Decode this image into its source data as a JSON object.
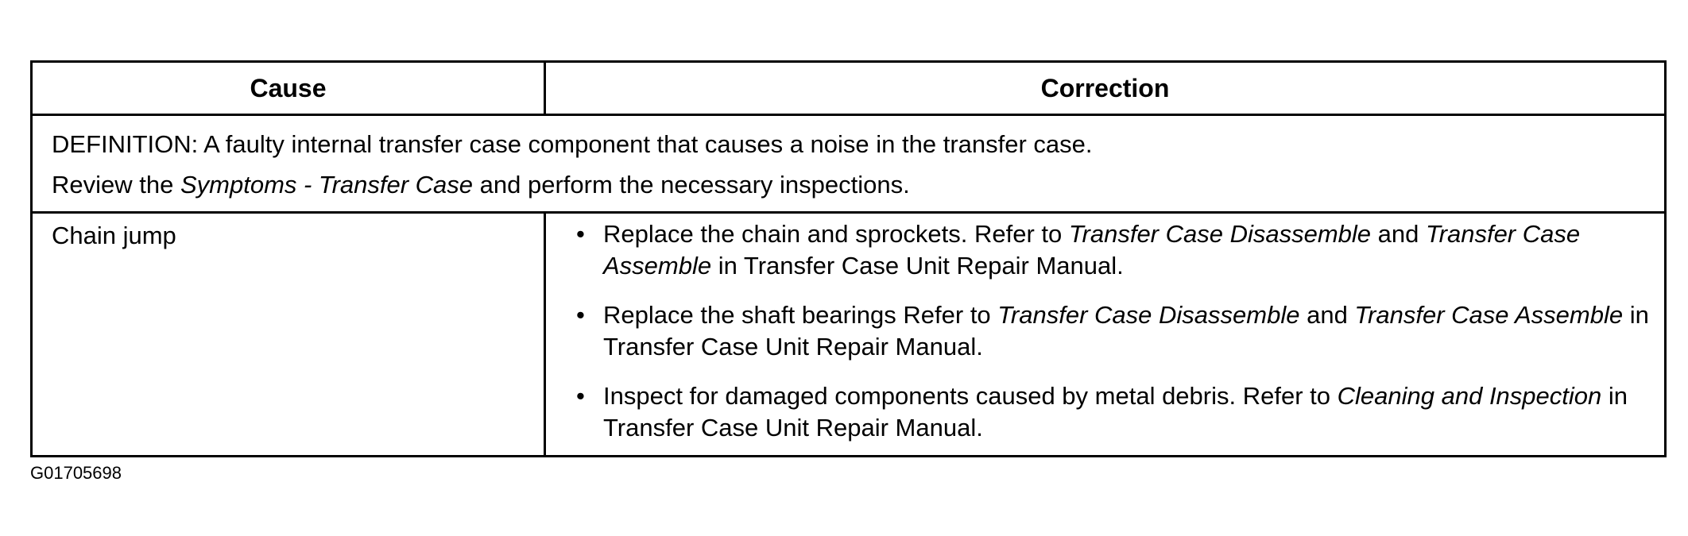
{
  "table": {
    "headers": {
      "cause": "Cause",
      "correction": "Correction"
    },
    "definition": {
      "line1": "DEFINITION: A faulty internal transfer case component that causes a noise in the transfer case.",
      "line2_pre": "Review the ",
      "line2_italic": "Symptoms - Transfer Case",
      "line2_post": " and perform the necessary inspections."
    },
    "rows": [
      {
        "cause": "Chain jump",
        "corrections": [
          {
            "t1": "Replace the chain and sprockets. Refer to ",
            "i1": "Transfer Case Disassemble",
            "t2": " and ",
            "i2": "Transfer Case Assemble",
            "t3": " in Transfer Case Unit Repair Manual."
          },
          {
            "t1": "Replace the shaft bearings Refer to ",
            "i1": "Transfer Case Disassemble",
            "t2": " and ",
            "i2": "Transfer Case Assemble",
            "t3": " in Transfer Case Unit Repair Manual."
          },
          {
            "t1": "Inspect for damaged components caused by metal debris. Refer to ",
            "i1": "Cleaning and Inspection",
            "t2": " in Transfer Case Unit Repair Manual."
          }
        ]
      }
    ]
  },
  "bullet_glyph": "•",
  "figure_id": "G01705698"
}
